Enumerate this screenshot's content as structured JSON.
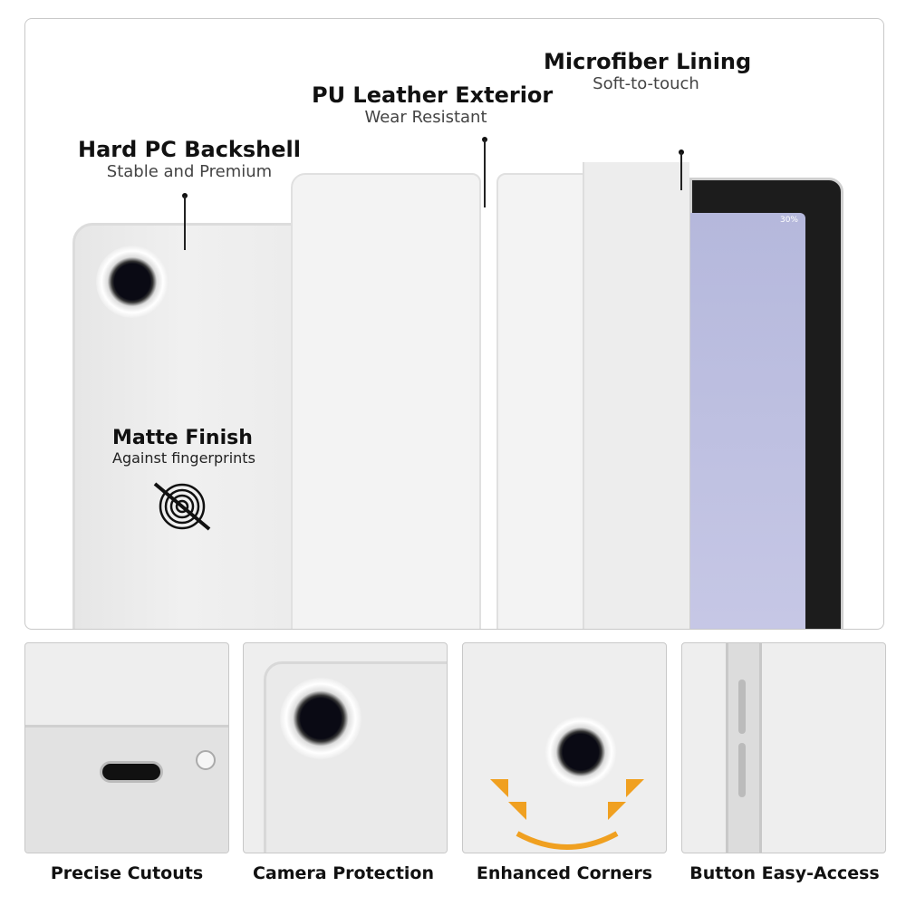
{
  "callouts": {
    "backshell": {
      "title": "Hard PC Backshell",
      "subtitle": "Stable and Premium"
    },
    "exterior": {
      "title": "PU Leather Exterior",
      "subtitle": "Wear Resistant"
    },
    "lining": {
      "title": "Microfiber Lining",
      "subtitle": "Soft-to-touch"
    },
    "matte": {
      "title": "Matte Finish",
      "subtitle": "Against fingerprints"
    }
  },
  "tablet_status": "30%",
  "features": [
    {
      "label": "Precise Cutouts"
    },
    {
      "label": "Camera Protection"
    },
    {
      "label": "Enhanced Corners"
    },
    {
      "label": "Button Easy-Access"
    }
  ],
  "colors": {
    "accent_arrow": "#f0a020",
    "screen": "#b9bde0"
  }
}
